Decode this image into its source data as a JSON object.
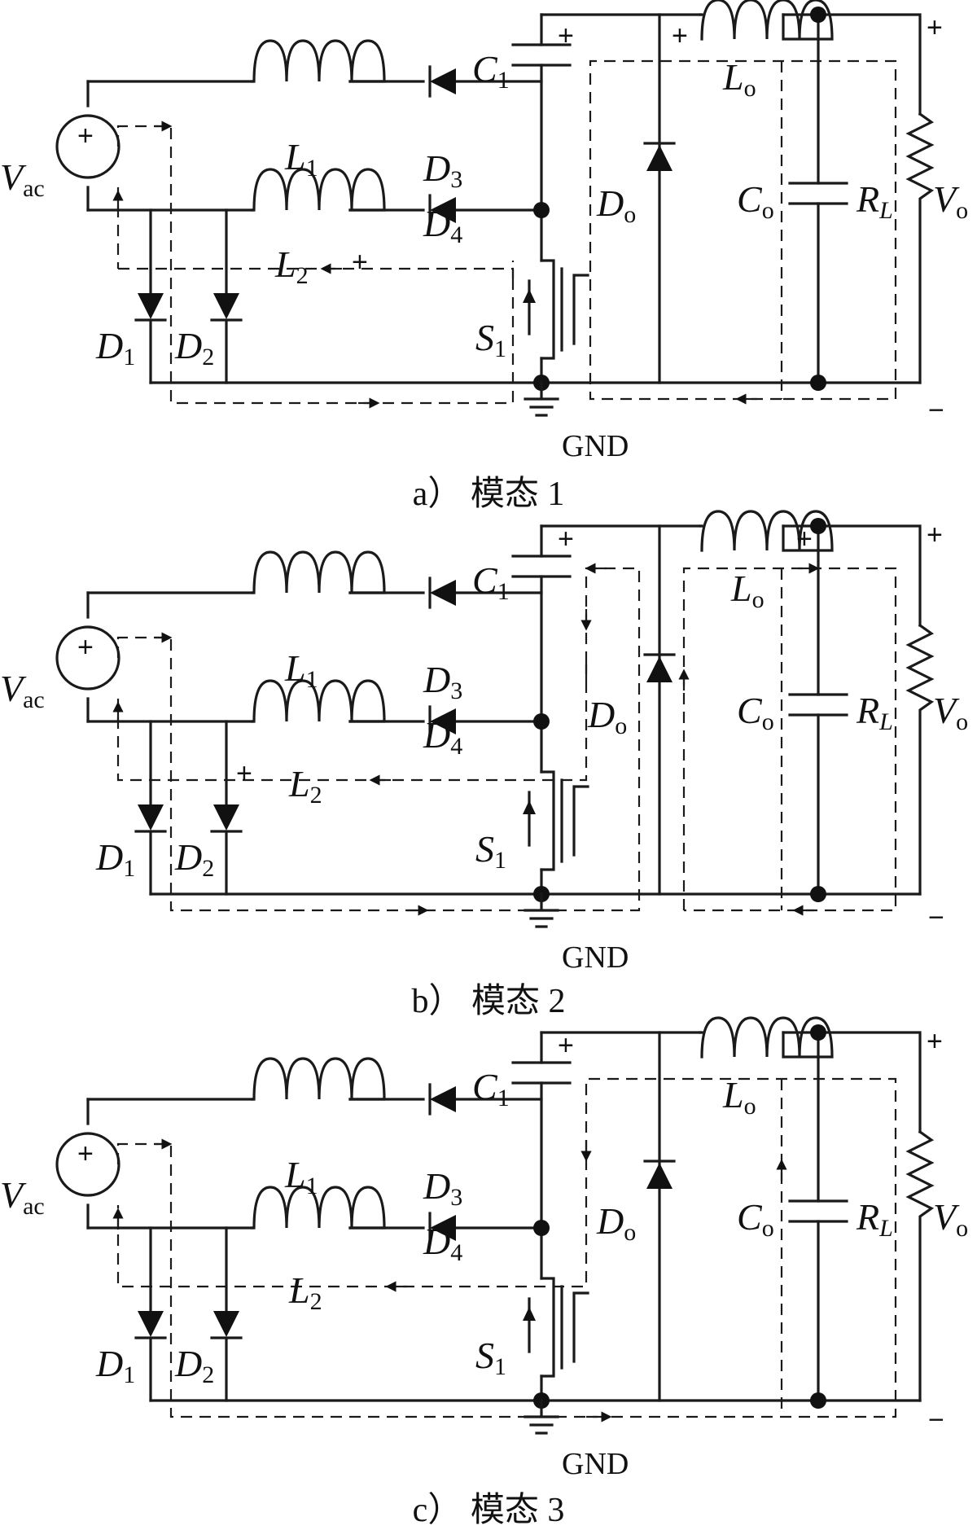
{
  "panels": [
    {
      "id": "a",
      "caption": "a） 模态 1",
      "labels": {
        "source": "V",
        "source_sub": "ac",
        "l1": "L",
        "l1_sub": "1",
        "l2": "L",
        "l2_sub": "2",
        "d1": "D",
        "d1_sub": "1",
        "d2": "D",
        "d2_sub": "2",
        "d3": "D",
        "d3_sub": "3",
        "d4": "D",
        "d4_sub": "4",
        "c1": "C",
        "c1_sub": "1",
        "do": "D",
        "do_sub": "o",
        "lo": "L",
        "lo_sub": "o",
        "co": "C",
        "co_sub": "o",
        "rl": "R",
        "rl_sub": "L",
        "vo": "V",
        "vo_sub": "o",
        "s1": "S",
        "s1_sub": "1",
        "gnd": "GND",
        "plus": "+",
        "minus": "−"
      }
    },
    {
      "id": "b",
      "caption": "b） 模态 2",
      "labels": {
        "source": "V",
        "source_sub": "ac",
        "l1": "L",
        "l1_sub": "1",
        "l2": "L",
        "l2_sub": "2",
        "d1": "D",
        "d1_sub": "1",
        "d2": "D",
        "d2_sub": "2",
        "d3": "D",
        "d3_sub": "3",
        "d4": "D",
        "d4_sub": "4",
        "c1": "C",
        "c1_sub": "1",
        "do": "D",
        "do_sub": "o",
        "lo": "L",
        "lo_sub": "o",
        "co": "C",
        "co_sub": "o",
        "rl": "R",
        "rl_sub": "L",
        "vo": "V",
        "vo_sub": "o",
        "s1": "S",
        "s1_sub": "1",
        "gnd": "GND",
        "plus": "+",
        "minus": "−"
      }
    },
    {
      "id": "c",
      "caption": "c） 模态 3",
      "labels": {
        "source": "V",
        "source_sub": "ac",
        "l1": "L",
        "l1_sub": "1",
        "l2": "L",
        "l2_sub": "2",
        "d1": "D",
        "d1_sub": "1",
        "d2": "D",
        "d2_sub": "2",
        "d3": "D",
        "d3_sub": "3",
        "d4": "D",
        "d4_sub": "4",
        "c1": "C",
        "c1_sub": "1",
        "do": "D",
        "do_sub": "o",
        "lo": "L",
        "lo_sub": "o",
        "co": "C",
        "co_sub": "o",
        "rl": "R",
        "rl_sub": "L",
        "vo": "V",
        "vo_sub": "o",
        "s1": "S",
        "s1_sub": "1",
        "gnd": "GND",
        "plus": "+",
        "minus": "−"
      }
    }
  ]
}
